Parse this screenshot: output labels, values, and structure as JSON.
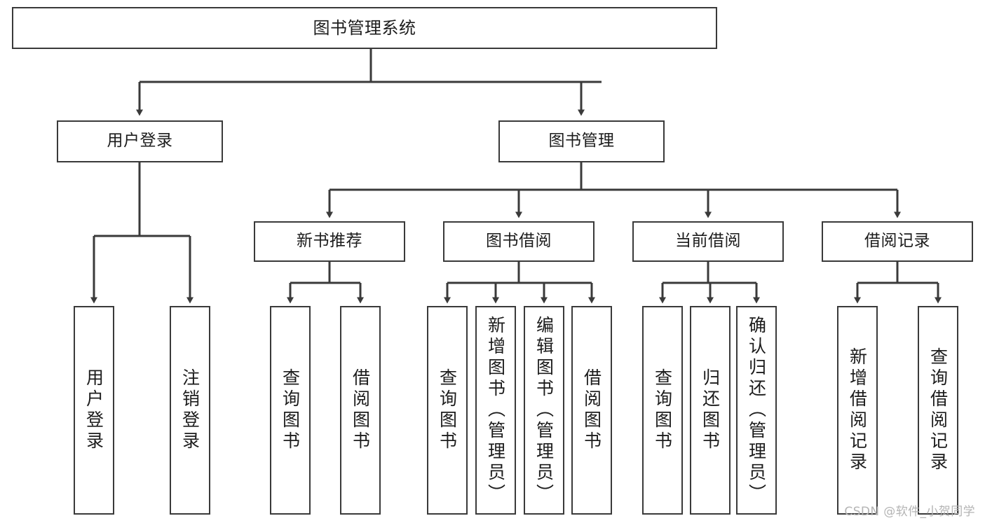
{
  "diagram": {
    "title": "图书管理系统",
    "type": "tree-hierarchy",
    "watermark": "CSDN @软件_小贺同学",
    "colors": {
      "box_border": "#3a3a3a",
      "box_fill": "#ffffff",
      "connector": "#3a3a3a",
      "text": "#1c1c1c",
      "watermark": "#b4b4b4",
      "background": "#ffffff"
    },
    "nodes": {
      "root": {
        "label": "图书管理系统"
      },
      "level2": [
        {
          "id": "user-login",
          "label": "用户登录"
        },
        {
          "id": "book-manage",
          "label": "图书管理"
        }
      ],
      "level3": [
        {
          "id": "new-book-recommend",
          "label": "新书推荐"
        },
        {
          "id": "book-borrow",
          "label": "图书借阅"
        },
        {
          "id": "current-borrow",
          "label": "当前借阅"
        },
        {
          "id": "borrow-record",
          "label": "借阅记录"
        }
      ],
      "leaves": {
        "user-login": [
          {
            "id": "leaf-user-login",
            "label": "用户登录"
          },
          {
            "id": "leaf-user-logout",
            "label": "注销登录"
          }
        ],
        "new-book-recommend": [
          {
            "id": "leaf-query-book-1",
            "label": "查询图书"
          },
          {
            "id": "leaf-borrow-book-1",
            "label": "借阅图书"
          }
        ],
        "book-borrow": [
          {
            "id": "leaf-query-book-2",
            "label": "查询图书"
          },
          {
            "id": "leaf-add-book",
            "label": "新增图书（管理员）"
          },
          {
            "id": "leaf-edit-book",
            "label": "编辑图书（管理员）"
          },
          {
            "id": "leaf-borrow-book-2",
            "label": "借阅图书"
          }
        ],
        "current-borrow": [
          {
            "id": "leaf-query-book-3",
            "label": "查询图书"
          },
          {
            "id": "leaf-return-book",
            "label": "归还图书"
          },
          {
            "id": "leaf-confirm-return",
            "label": "确认归还（管理员）"
          }
        ],
        "borrow-record": [
          {
            "id": "leaf-add-record",
            "label": "新增借阅记录"
          },
          {
            "id": "leaf-query-record",
            "label": "查询借阅记录"
          }
        ]
      }
    }
  }
}
